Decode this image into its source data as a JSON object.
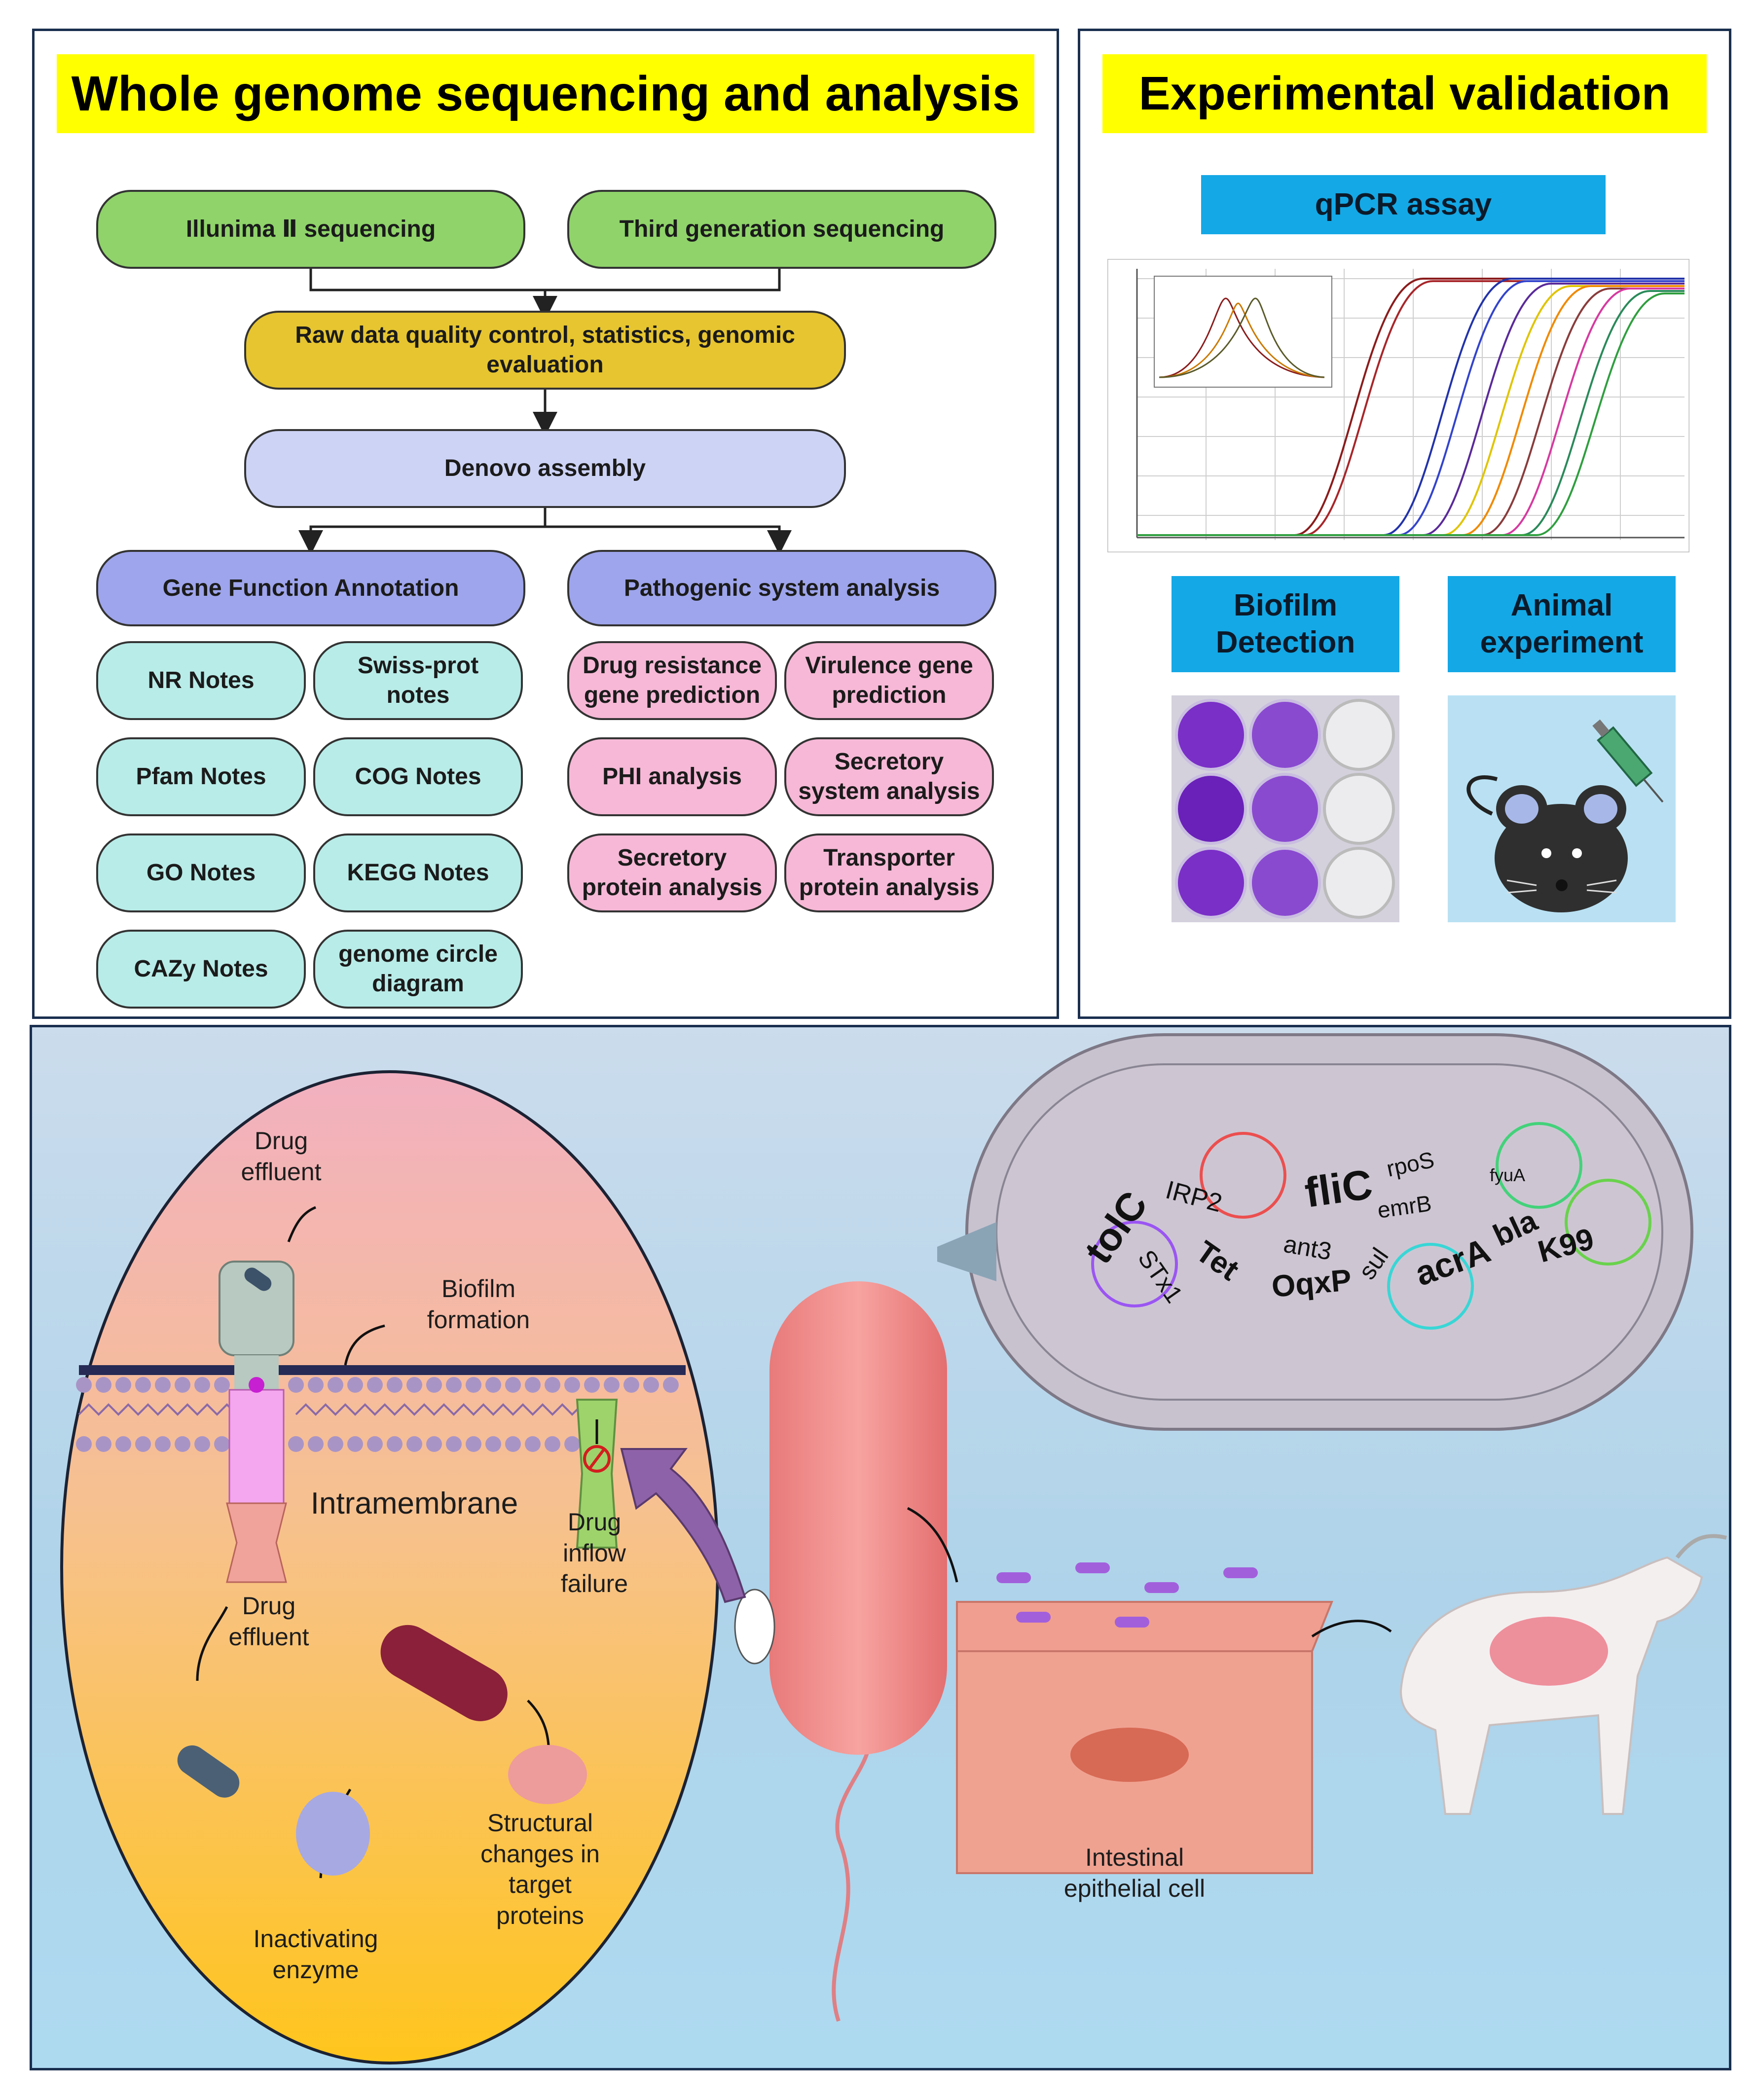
{
  "wgs": {
    "title": "Whole genome sequencing and analysis",
    "illumina": "Illunima Ⅱ sequencing",
    "third_gen": "Third generation sequencing",
    "qc": "Raw data quality control, statistics, genomic evaluation",
    "assembly": "Denovo assembly",
    "gene_function": "Gene Function Annotation",
    "pathogenic": "Pathogenic system analysis",
    "annotations": [
      "NR Notes",
      "Swiss-prot notes",
      "Pfam Notes",
      "COG Notes",
      "GO Notes",
      "KEGG Notes",
      "CAZy Notes",
      "genome circle diagram"
    ],
    "pathogenic_items": [
      "Drug resistance gene prediction",
      "Virulence gene prediction",
      "PHI analysis",
      "Secretory system analysis",
      "Secretory protein analysis",
      "Transporter protein analysis"
    ]
  },
  "validation": {
    "title": "Experimental validation",
    "qpcr": "qPCR assay",
    "biofilm": "Biofilm Detection",
    "animal": "Animal experiment"
  },
  "mechanism": {
    "drug_effluent_top": "Drug effluent",
    "biofilm_formation": "Biofilm formation",
    "intramembrane": "Intramembrane",
    "drug_inflow_failure": "Drug inflow failure",
    "drug_effluent_bottom": "Drug effluent",
    "structural_changes": "Structural changes in target proteins",
    "inactivating_enzyme": "Inactivating enzyme",
    "intestinal_cell": "Intestinal epithelial cell"
  },
  "genes": [
    "tolC",
    "IRP2",
    "fliC",
    "rpoS",
    "fyuA",
    "emrB",
    "ant3",
    "Tet",
    "bla",
    "K99",
    "acrA",
    "OqxP",
    "sul",
    "STx1"
  ]
}
